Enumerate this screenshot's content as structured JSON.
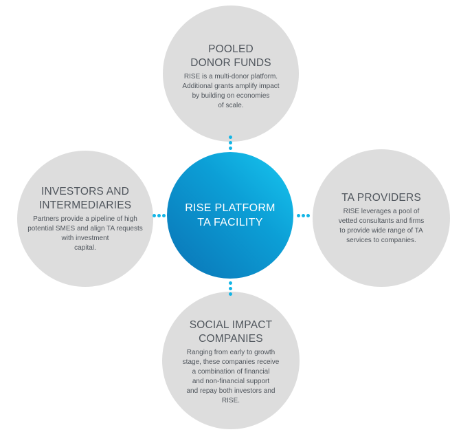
{
  "center": {
    "lines": [
      "RISE PLATFORM",
      "TA FACILITY"
    ]
  },
  "nodes": {
    "top": {
      "title": [
        "POOLED",
        "DONOR FUNDS"
      ],
      "description": [
        "RISE is a multi-donor platform.",
        "Additional grants amplify impact",
        "by building on economies",
        "of scale."
      ]
    },
    "left": {
      "title": [
        "INVESTORS AND",
        "INTERMEDIARIES"
      ],
      "description": [
        "Partners provide a pipeline of high",
        "potential SMES and align TA requests",
        "with investment",
        "capital."
      ]
    },
    "right": {
      "title": [
        "TA PROVIDERS"
      ],
      "description": [
        "RISE leverages a pool of",
        "vetted consultants and firms",
        "to provide wide range of TA",
        "services to companies."
      ]
    },
    "bottom": {
      "title": [
        "SOCIAL IMPACT",
        "COMPANIES"
      ],
      "description": [
        "Ranging from early to growth",
        "stage, these companies receive",
        "a combination of financial",
        "and non-financial support",
        "and repay both investors and",
        "RISE."
      ]
    }
  },
  "colors": {
    "node_fill": "#dddddd",
    "center_gradient_start": "#18c7f0",
    "center_gradient_end": "#0a73b5",
    "connector_dots": "#12b5e6",
    "text": "#4f555c"
  }
}
